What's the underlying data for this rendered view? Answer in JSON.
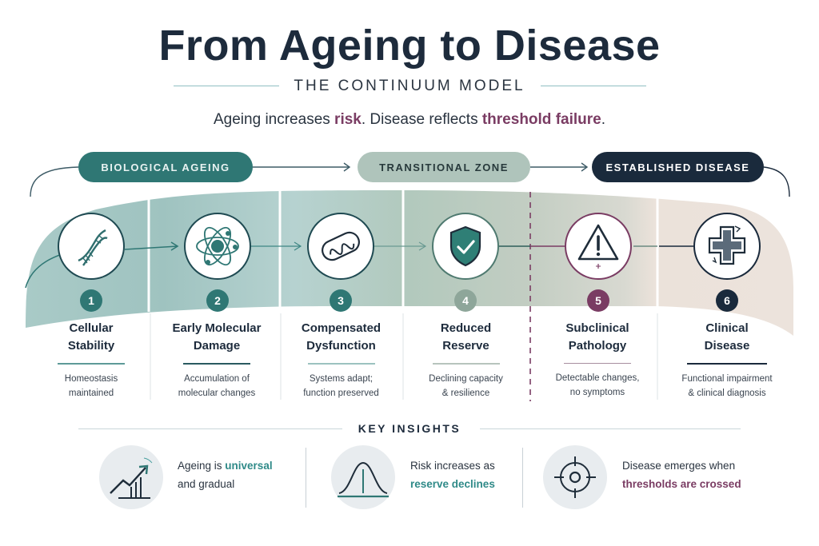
{
  "header": {
    "title": "From Ageing to Disease",
    "subtitle": "THE CONTINUUM MODEL",
    "tagline": {
      "part1": "Ageing increases ",
      "risk": "risk",
      "part2": ". Disease reflects ",
      "threshold": "threshold failure",
      "part3": "."
    }
  },
  "phases": [
    {
      "label": "BIOLOGICAL AGEING",
      "color": "#2f7774"
    },
    {
      "label": "TRANSITIONAL ZONE",
      "color": "#afc4bb"
    },
    {
      "label": "ESTABLISHED DISEASE",
      "color": "#1a2a3c"
    }
  ],
  "stages": [
    {
      "number": "1",
      "name_line1": "Cellular",
      "name_line2": "Stability",
      "desc_line1": "Homeostasis",
      "desc_line2": "maintained",
      "icon": "dna-icon",
      "color": "#2f7774"
    },
    {
      "number": "2",
      "name_line1": "Early Molecular",
      "name_line2": "Damage",
      "desc_line1": "Accumulation of",
      "desc_line2": "molecular changes",
      "icon": "atom-icon",
      "color": "#2f7774"
    },
    {
      "number": "3",
      "name_line1": "Compensated",
      "name_line2": "Dysfunction",
      "desc_line1": "Systems adapt;",
      "desc_line2": "function preserved",
      "icon": "mitochondria-icon",
      "color": "#2f7774"
    },
    {
      "number": "4",
      "name_line1": "Reduced",
      "name_line2": "Reserve",
      "desc_line1": "Declining capacity",
      "desc_line2": "& resilience",
      "icon": "shield-check-icon",
      "color": "#8ea69a"
    },
    {
      "number": "5",
      "name_line1": "Subclinical",
      "name_line2": "Pathology",
      "desc_line1": "Detectable changes,",
      "desc_line2": "no symptoms",
      "icon": "warning-icon",
      "color": "#7a3c63"
    },
    {
      "number": "6",
      "name_line1": "Clinical",
      "name_line2": "Disease",
      "desc_line1": "Functional impairment",
      "desc_line2": "& clinical diagnosis",
      "icon": "medical-cross-icon",
      "color": "#1a2a3c"
    }
  ],
  "key_insights": {
    "title": "KEY INSIGHTS",
    "items": [
      {
        "line1_pre": "Ageing is ",
        "line1_hl": "universal",
        "line2_pre": "and gradual",
        "line2_hl": "",
        "icon": "trend-up-chart-icon"
      },
      {
        "line1_pre": "Risk increases as",
        "line1_hl": "",
        "line2_pre": "",
        "line2_hl": "reserve declines",
        "icon": "bell-curve-icon"
      },
      {
        "line1_pre": "Disease emerges when",
        "line1_hl": "",
        "line2_pre": "",
        "line2_hl": "thresholds are crossed",
        "icon": "crosshair-target-icon"
      }
    ]
  },
  "colors": {
    "navy": "#1a2a3c",
    "teal": "#2f7774",
    "sage": "#afc4bb",
    "plum": "#7a3c63",
    "beige": "#ebe2da"
  }
}
